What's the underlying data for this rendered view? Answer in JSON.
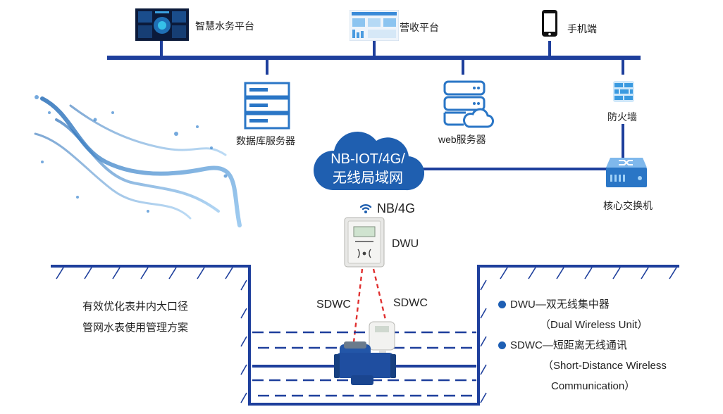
{
  "top_nodes": {
    "smart_water_platform": "智慧水务平台",
    "billing_platform": "营收平台",
    "mobile": "手机端"
  },
  "servers": {
    "database_server": "数据库服务器",
    "web_server": "web服务器",
    "firewall": "防火墙",
    "core_switch": "核心交换机"
  },
  "cloud": {
    "line1": "NB-IOT/4G/",
    "line2": "无线局域网"
  },
  "signal_label": "NB/4G",
  "dwu_label": "DWU",
  "links": {
    "left": "SDWC",
    "right": "SDWC"
  },
  "description": {
    "line1": "有效优化表井内大口径",
    "line2": "管网水表使用管理方案"
  },
  "legend": {
    "item1": "DWU—双无线集中器",
    "item1_en": "（Dual Wireless Unit）",
    "item2": "SDWC—短距离无线通讯",
    "item2_en1": "（Short-Distance Wireless",
    "item2_en2": "Communication）"
  },
  "colors": {
    "bus": "#1e3f9c",
    "icon": "#2a76c6",
    "cloud": "#1f5fb0",
    "sdwc_link": "#e03030",
    "water_dash": "#1e3f9c"
  }
}
